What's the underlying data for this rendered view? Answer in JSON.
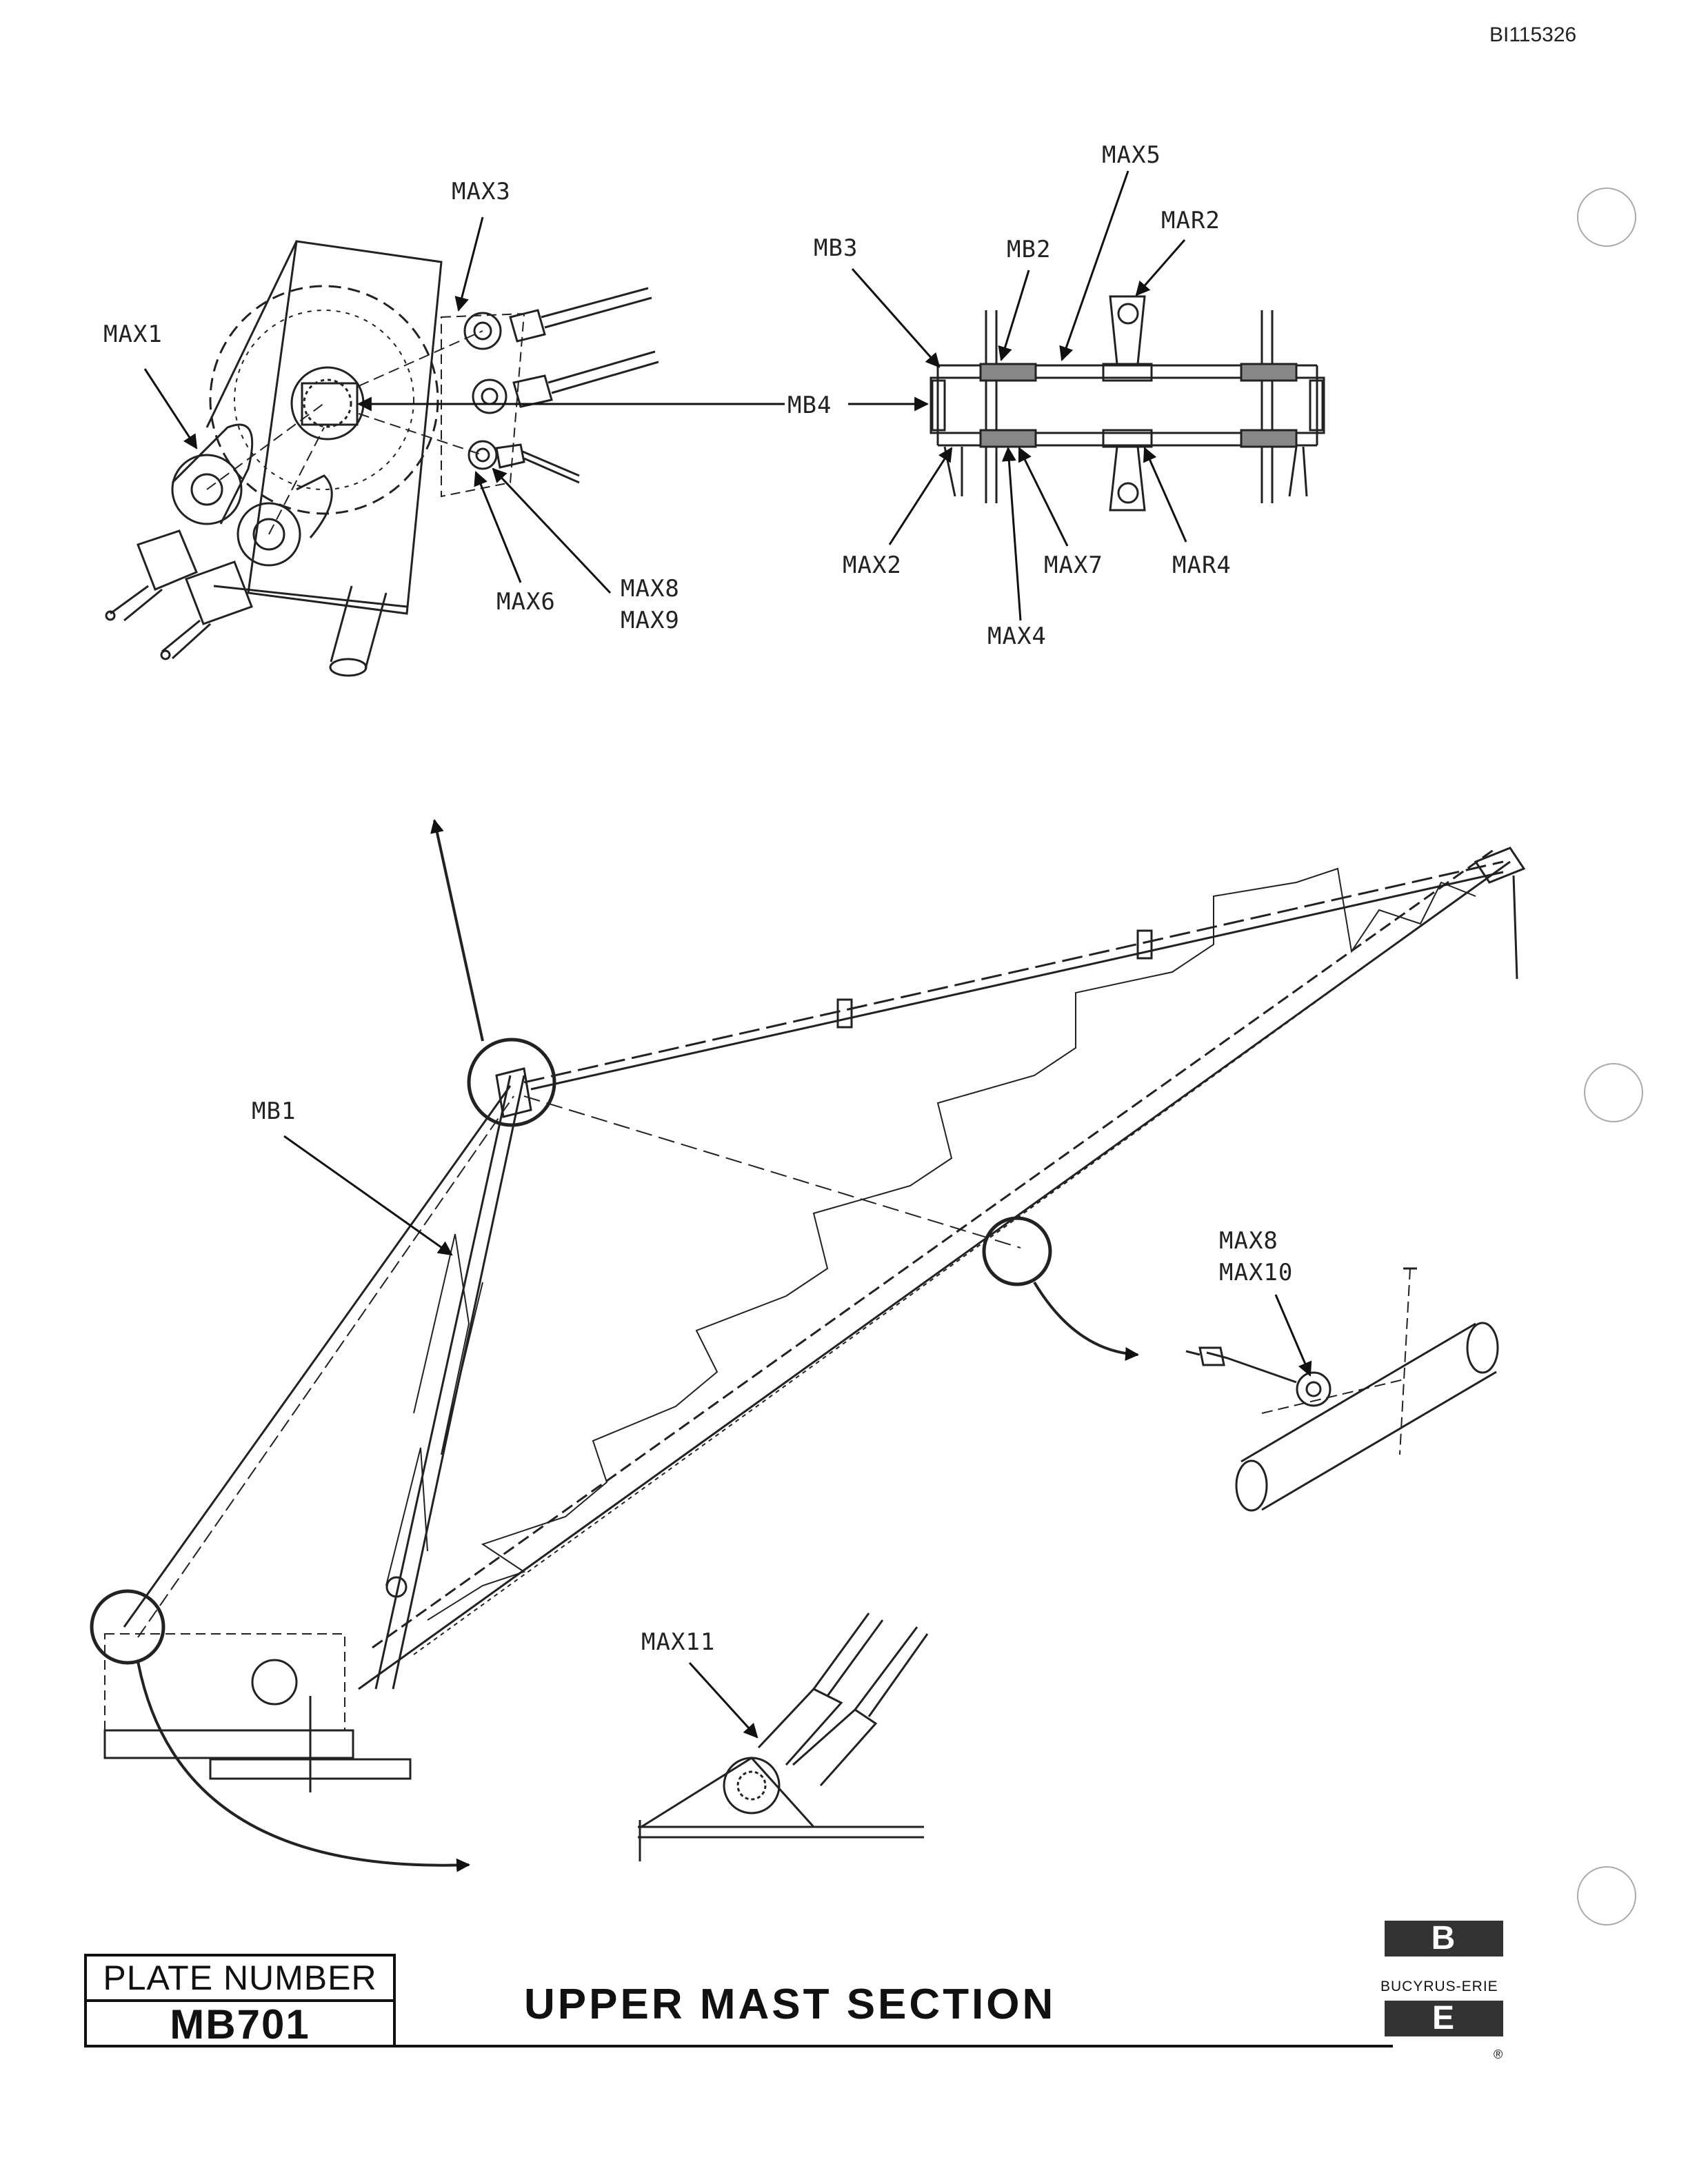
{
  "document_id": "BI115326",
  "callouts": {
    "max1": "MAX1",
    "max3": "MAX3",
    "max6": "MAX6",
    "max8_max9_line1": "MAX8",
    "max8_max9_line2": "MAX9",
    "mb4": "MB4",
    "mb3": "MB3",
    "mb2": "MB2",
    "max5": "MAX5",
    "mar2": "MAR2",
    "max2": "MAX2",
    "max7": "MAX7",
    "mar4": "MAR4",
    "max4": "MAX4",
    "mb1": "MB1",
    "max8_max10_line1": "MAX8",
    "max8_max10_line2": "MAX10",
    "max11": "MAX11"
  },
  "title_block": {
    "plate_label": "PLATE NUMBER",
    "plate_number": "MB701",
    "title": "UPPER MAST SECTION",
    "logo_top_letter": "B",
    "logo_name": "BUCYRUS-ERIE",
    "logo_bottom_letter": "E",
    "registered_mark": "®"
  }
}
